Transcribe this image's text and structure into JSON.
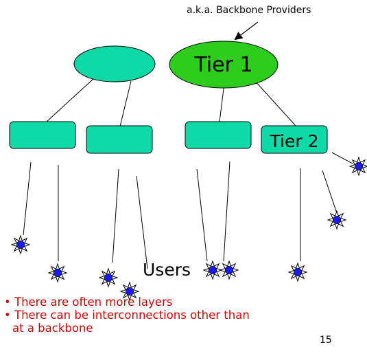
{
  "annotation": "a.k.a. Backbone Providers",
  "tier1_label": "Tier 1",
  "tier2_label": "Tier 2",
  "users_label": "Users",
  "bullets": [
    "There are often more layers",
    "There can be interconnections other than",
    "at a backbone"
  ],
  "page_number": "15",
  "colors": {
    "tier1_fill": "#2ecc1c",
    "node_fill": "#10d9a8",
    "user_fill": "#1a1aff",
    "bullet_text": "#d40000"
  }
}
